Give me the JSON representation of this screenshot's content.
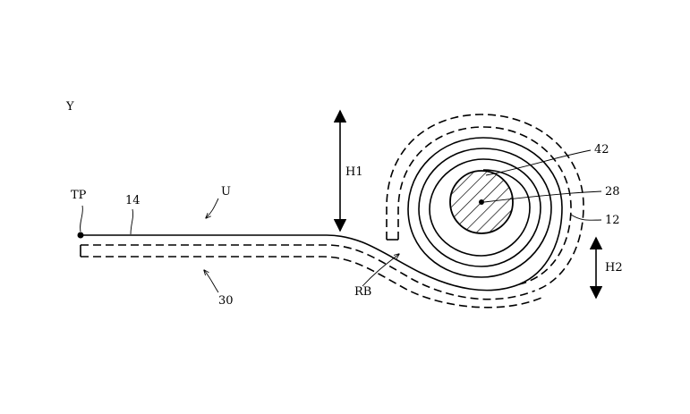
{
  "labels": {
    "axis": "Y",
    "tp": "TP",
    "ref14": "14",
    "u": "U",
    "ref30": "30",
    "h1": "H1",
    "rb": "RB",
    "ref42": "42",
    "ref28": "28",
    "ref12": "12",
    "h2": "H2"
  },
  "colors": {
    "line": "#000000",
    "background": "#ffffff"
  }
}
